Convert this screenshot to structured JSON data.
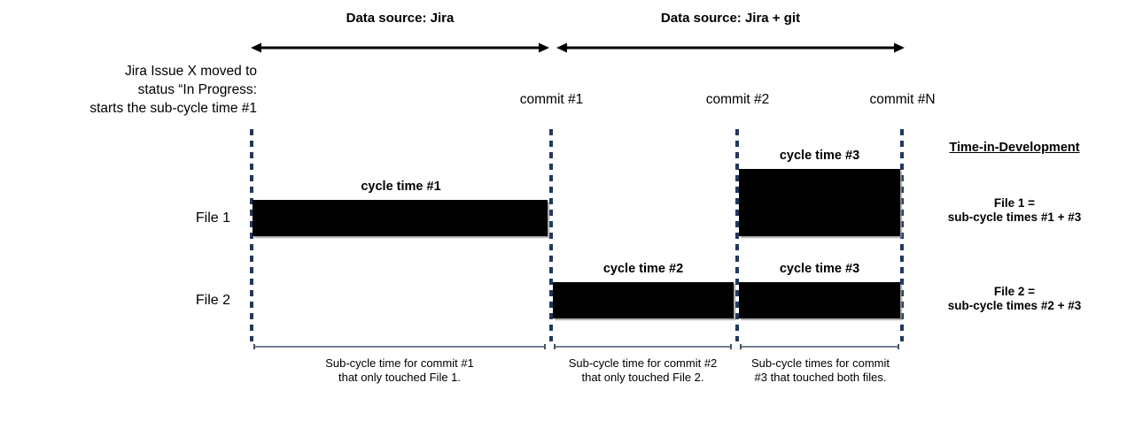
{
  "colors": {
    "guide_line": "#1f3864",
    "bar_fill": "#000000",
    "rule": "#44546a",
    "background": "#ffffff"
  },
  "bands": [
    {
      "label": "Data source: Jira"
    },
    {
      "label": "Data source: Jira + git"
    }
  ],
  "left_caption": "Jira Issue X moved to\nstatus “In Progress:\nstarts the sub-cycle time #1",
  "commits": [
    {
      "label": "commit #1"
    },
    {
      "label": "commit #2"
    },
    {
      "label": "commit #N"
    }
  ],
  "rows": [
    {
      "label": "File 1",
      "bars": [
        {
          "label": "cycle time #1"
        },
        {
          "label": "cycle time #3"
        }
      ]
    },
    {
      "label": "File 2",
      "bars": [
        {
          "label": "cycle time #2"
        },
        {
          "label": "cycle time #3"
        }
      ]
    }
  ],
  "time_in_development": {
    "title": "Time-in-Development",
    "entries": [
      "File 1 =\nsub-cycle times #1 + #3",
      "File 2 =\nsub-cycle times #2 + #3"
    ]
  },
  "sub_cycles": [
    "Sub-cycle time for commit #1\nthat only touched File 1.",
    "Sub-cycle time for commit #2\nthat only touched File 2.",
    "Sub-cycle times for commit\n#3 that touched both files."
  ]
}
